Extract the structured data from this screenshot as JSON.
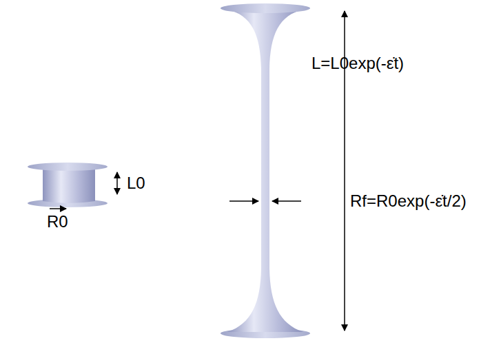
{
  "diagram": {
    "labels": [
      "L0",
      "R0",
      "L=L0exp(-ε̇t)",
      "Rf=R0exp(-ε̇t/2)"
    ]
  }
}
